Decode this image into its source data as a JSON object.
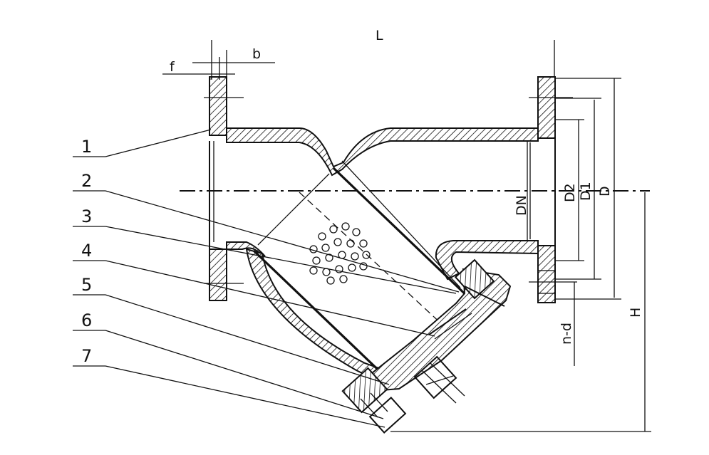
{
  "drawing": {
    "dimensions": {
      "length": "L",
      "flange_thickness": "b",
      "raised_face": "f",
      "nominal_diameter": "DN",
      "raised_face_diameter": "D2",
      "bolt_circle_diameter": "D1",
      "flange_outer_diameter": "D",
      "height": "H",
      "bolt_holes": "n-d"
    },
    "part_numbers": [
      "1",
      "2",
      "3",
      "4",
      "5",
      "6",
      "7"
    ]
  }
}
